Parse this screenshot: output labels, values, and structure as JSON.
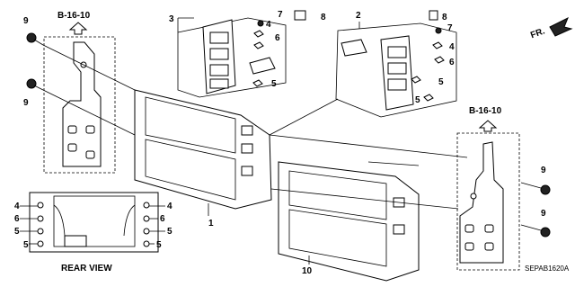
{
  "references": {
    "left_ref": "B-16-10",
    "right_ref": "B-16-10"
  },
  "direction_label": "FR.",
  "rear_view_label": "REAR VIEW",
  "diagram_code": "SEPAB1620A",
  "callouts": {
    "c1": "1",
    "c2": "2",
    "c3": "3",
    "c4a": "4",
    "c4b": "4",
    "c4c": "4",
    "c4d": "4",
    "c5a": "5",
    "c5b": "5",
    "c5c": "5",
    "c5d": "5",
    "c5e": "5",
    "c5f": "5",
    "c5g": "5",
    "c6a": "6",
    "c6b": "6",
    "c6c": "6",
    "c6d": "6",
    "c7a": "7",
    "c7b": "7",
    "c8a": "8",
    "c8b": "8",
    "c9a": "9",
    "c9b": "9",
    "c9c": "9",
    "c9d": "9",
    "c10": "10"
  }
}
